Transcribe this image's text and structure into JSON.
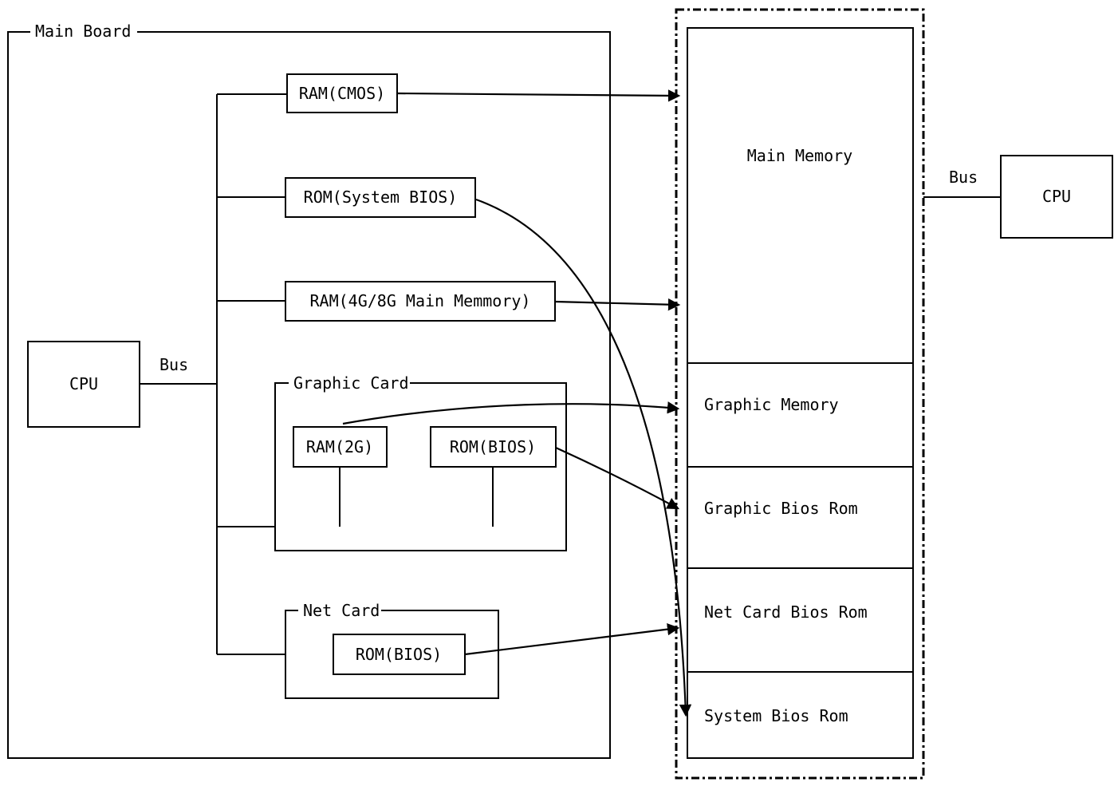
{
  "diagram": {
    "main_board": {
      "board_label": "Main Board",
      "cpu_label": "CPU",
      "bus_label": "Bus",
      "ram_cmos_label": "RAM(CMOS)",
      "rom_system_bios_label": "ROM(System BIOS)",
      "ram_main_memory_label": "RAM(4G/8G Main Memmory)",
      "graphic_card": {
        "label": "Graphic Card",
        "ram_label": "RAM(2G)",
        "rom_label": "ROM(BIOS)"
      },
      "net_card": {
        "label": "Net Card",
        "rom_label": "ROM(BIOS)"
      }
    },
    "memory_map": {
      "sections": [
        {
          "label": "Main Memory"
        },
        {
          "label": "Graphic Memory"
        },
        {
          "label": "Graphic Bios Rom"
        },
        {
          "label": "Net Card Bios Rom"
        },
        {
          "label": "System Bios Rom"
        }
      ]
    },
    "right_side": {
      "cpu_label": "CPU",
      "bus_label": "Bus"
    },
    "colors": {
      "stroke": "#000000",
      "background": "#ffffff"
    }
  }
}
